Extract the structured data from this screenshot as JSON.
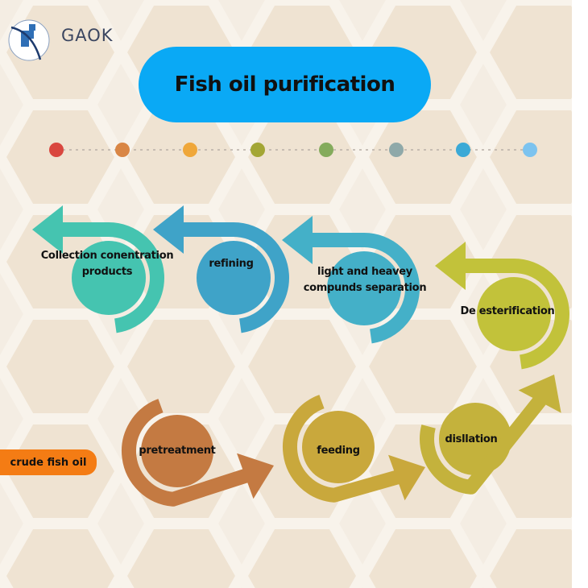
{
  "logo": {
    "text": "GAOK",
    "icon": "cross-wave-logo-icon"
  },
  "title": "Fish oil purification",
  "timeline_dot_colors": [
    "#d9473f",
    "#d98645",
    "#efa73a",
    "#a3a635",
    "#84ab5c",
    "#8fa9a9",
    "#3ba9d6",
    "#7cc3ef"
  ],
  "start": {
    "label": "crude fish oil",
    "color": "#f47c14"
  },
  "steps": [
    {
      "label": "pretreatment",
      "color": "#c47a42"
    },
    {
      "label": "feeding",
      "color": "#c9a83c"
    },
    {
      "label": "disllation",
      "color": "#c4b23c"
    },
    {
      "label": "De esterification",
      "color": "#c2c23a"
    },
    {
      "label": "light and heavey compunds separation",
      "line1": "light and heavey",
      "line2": "compunds separation",
      "color": "#44b0c8"
    },
    {
      "label": "refining",
      "color": "#3fa3c8"
    },
    {
      "label": "Collection conentration products",
      "line1": "Collection conentration",
      "line2": "products",
      "color": "#45c4b0"
    }
  ]
}
